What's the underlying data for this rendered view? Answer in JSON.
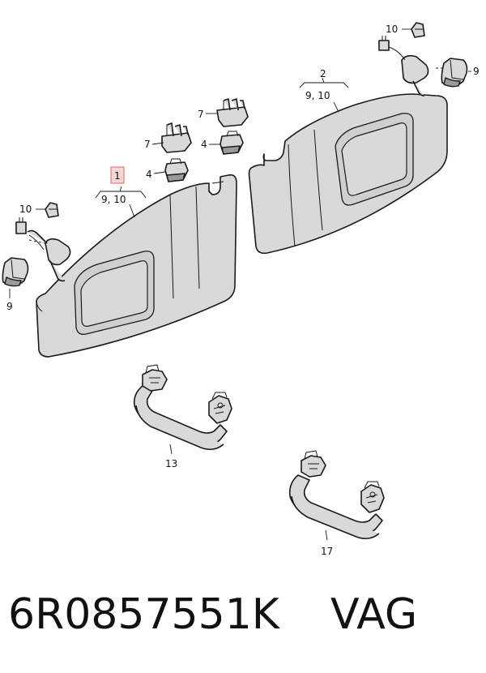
{
  "callouts": {
    "c1": "1",
    "c1_sub": "9, 10",
    "c2": "2",
    "c2_sub": "9, 10",
    "c4a": "4",
    "c4b": "4",
    "c7a": "7",
    "c7b": "7",
    "c9a": "9",
    "c9b": "9",
    "c10a": "10",
    "c10b": "10",
    "c13": "13",
    "c17": "17"
  },
  "footer": {
    "part_number": "6R0857551K",
    "brand": "VAG"
  },
  "colors": {
    "part_fill": "#d9d9d9",
    "highlight": "#f7d6d6",
    "line": "#1a1a1a"
  }
}
